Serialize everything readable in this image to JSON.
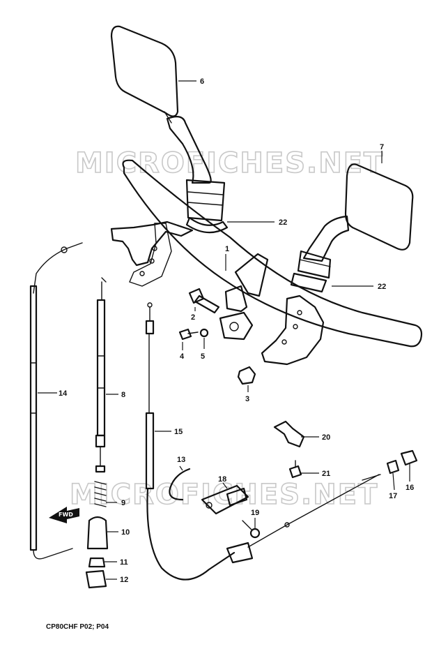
{
  "watermark": "MICROFICHES.NET",
  "model_code": "CP80CHF P02; P04",
  "fwd_arrow_text": "FWD",
  "callouts": [
    "1",
    "2",
    "3",
    "4",
    "5",
    "6",
    "7",
    "8",
    "9",
    "10",
    "11",
    "12",
    "13",
    "14",
    "15",
    "16",
    "17",
    "18",
    "19",
    "20",
    "21",
    "22",
    "22"
  ]
}
